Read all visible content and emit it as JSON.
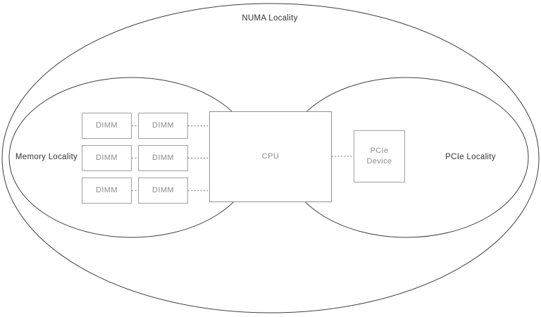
{
  "diagram": {
    "title": "NUMA Locality",
    "regions": {
      "memory": {
        "label": "Memory Locality"
      },
      "pcie": {
        "label": "PCIe Locality"
      }
    },
    "nodes": {
      "dimms": [
        "DIMM",
        "DIMM",
        "DIMM",
        "DIMM",
        "DIMM",
        "DIMM"
      ],
      "cpu": "CPU",
      "pcie_device": "PCIe\nDevice"
    },
    "connections": [
      "DIMM - DIMM (row 1)",
      "DIMM - CPU (row 1)",
      "DIMM - DIMM (row 2)",
      "DIMM - CPU (row 2)",
      "DIMM - DIMM (row 3)",
      "DIMM - CPU (row 3)",
      "CPU - PCIe Device"
    ],
    "colors": {
      "background": "#ffffff",
      "ellipse_stroke": "#3f3f3f",
      "box_border": "#a0a0a0",
      "cpu_border": "#8f8f8f",
      "box_text": "#8c8c8c",
      "label_text": "#333333",
      "connector": "#9e9e9e"
    }
  }
}
